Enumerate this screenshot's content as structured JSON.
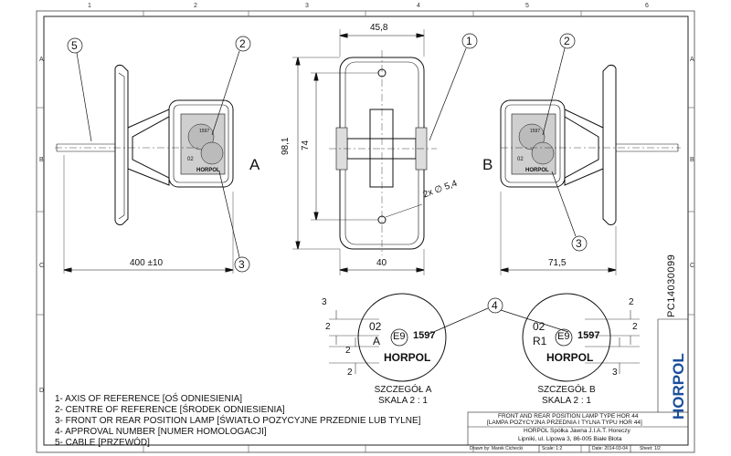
{
  "grid": {
    "cols": [
      "1",
      "2",
      "3",
      "4",
      "5",
      "6"
    ],
    "rows": [
      "A",
      "B",
      "C",
      "D"
    ]
  },
  "callouts": {
    "c1": "1",
    "c2": "2",
    "c3": "3",
    "c4": "4",
    "c5": "5"
  },
  "views": {
    "a": "A",
    "b": "B"
  },
  "lens": {
    "marking": "02",
    "marking_b": "02",
    "brand": "HORPOL",
    "approval": "1597"
  },
  "dims": {
    "width_top": "45,8",
    "height_total": "98,1",
    "hole_spacing": "74",
    "hole_dia": "2x ∅ 5,4",
    "width_bottom": "40",
    "cable_length": "400 ±10",
    "depth": "71,5"
  },
  "detail_a": {
    "code": "02",
    "cls": "A",
    "e_mark": "E9",
    "number": "1597",
    "brand": "HORPOL",
    "d2": "2",
    "d3": "3",
    "title": "SZCZEGÓŁ A",
    "scale": "SKALA 2 : 1"
  },
  "detail_b": {
    "code": "02",
    "cls": "R1",
    "e_mark": "E9",
    "number": "1597",
    "brand": "HORPOL",
    "d2": "2",
    "d3": "3",
    "title": "SZCZEGÓŁ B",
    "scale": "SKALA 2 : 1"
  },
  "legend": [
    "1- AXIS OF REFERENCE [OŚ ODNIESIENIA]",
    "2- CENTRE OF REFERENCE [ŚRODEK ODNIESIENIA]",
    "3- FRONT OR REAR POSITION LAMP [ŚWIATŁO POZYCYJNE PRZEDNIE LUB TYLNE]",
    "4- APPROVAL NUMBER [NUMER HOMOLOGACJI]",
    "5- CABLE [PRZEWÓD]"
  ],
  "title_block": {
    "title_en": "FRONT AND REAR POSITION LAMP TYPE HOR 44",
    "title_pl": "[LAMPA POZYCYJNA PRZEDNIA I TYLNA TYPU HOR 44]",
    "company": "HORPOL Spółka Jawna J.I.A.T. Horeczy",
    "address": "Lipniki, ul. Lipowa 3, 86-005 Białe Błota",
    "drawn_by": "Drawn by: Marek Cichecki",
    "scale": "Scale: 1:2",
    "date": "Date: 2014-03-04",
    "sheet": "Sheet: 1/2",
    "product_code": "PC14030099",
    "logo_text": "HORPOL"
  }
}
